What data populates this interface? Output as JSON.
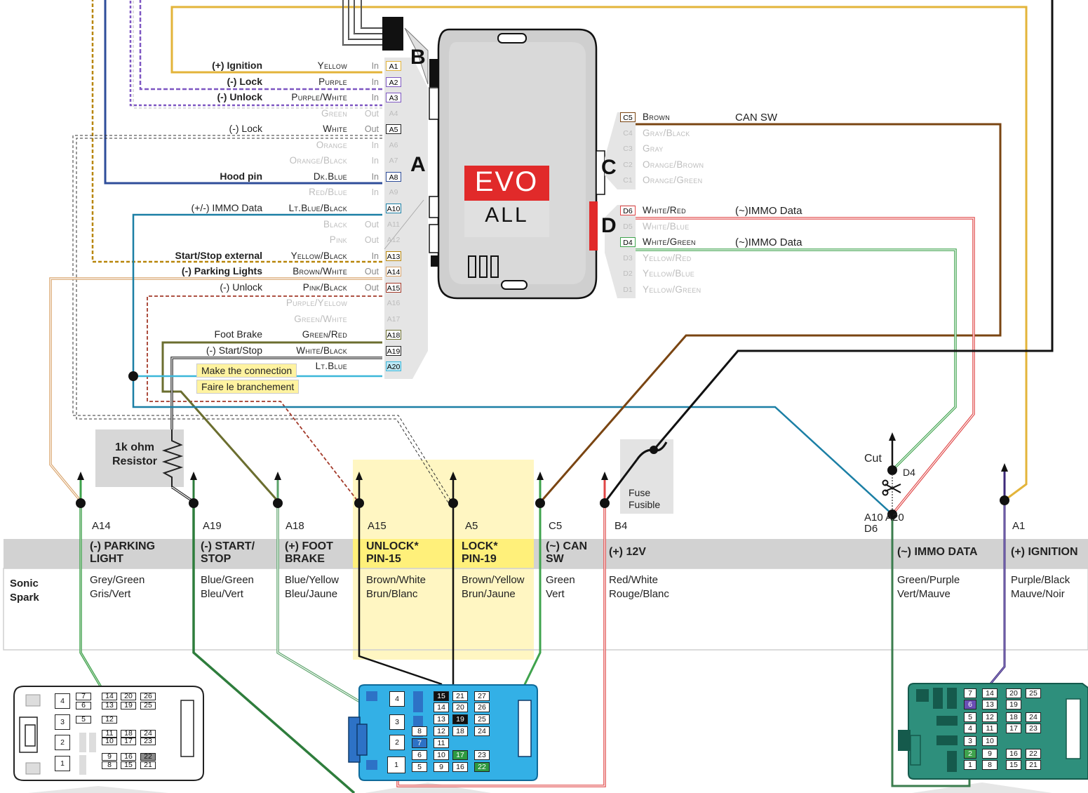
{
  "module": {
    "brand_top": "EVO",
    "brand_bottom": "ALL"
  },
  "connectors": {
    "a": "A",
    "b": "B",
    "c": "C",
    "d": "D"
  },
  "a_pins": [
    {
      "id": "A1",
      "label": "(+) Ignition",
      "color": "Yellow",
      "dir": "In",
      "active": true,
      "bold": true
    },
    {
      "id": "A2",
      "label": "(-) Lock",
      "color": "Purple",
      "dir": "In",
      "active": true,
      "bold": true
    },
    {
      "id": "A3",
      "label": "(-) Unlock",
      "color": "Purple/White",
      "dir": "In",
      "active": true,
      "bold": true
    },
    {
      "id": "A4",
      "label": "",
      "color": "Green",
      "dir": "Out",
      "active": false,
      "bold": false
    },
    {
      "id": "A5",
      "label": "(-) Lock",
      "color": "White",
      "dir": "Out",
      "active": true,
      "bold": false
    },
    {
      "id": "A6",
      "label": "",
      "color": "Orange",
      "dir": "In",
      "active": false,
      "bold": false
    },
    {
      "id": "A7",
      "label": "",
      "color": "Orange/Black",
      "dir": "In",
      "active": false,
      "bold": false
    },
    {
      "id": "A8",
      "label": "Hood pin",
      "color": "Dk.Blue",
      "dir": "In",
      "active": true,
      "bold": true
    },
    {
      "id": "A9",
      "label": "",
      "color": "Red/Blue",
      "dir": "In",
      "active": false,
      "bold": false
    },
    {
      "id": "A10",
      "label": "(+/-) IMMO Data",
      "color": "Lt.Blue/Black",
      "dir": "",
      "active": true,
      "bold": false
    },
    {
      "id": "A11",
      "label": "",
      "color": "Black",
      "dir": "Out",
      "active": false,
      "bold": false
    },
    {
      "id": "A12",
      "label": "",
      "color": "Pink",
      "dir": "Out",
      "active": false,
      "bold": false
    },
    {
      "id": "A13",
      "label": "Start/Stop external",
      "color": "Yellow/Black",
      "dir": "In",
      "active": true,
      "bold": true
    },
    {
      "id": "A14",
      "label": "(-) Parking Lights",
      "color": "Brown/White",
      "dir": "Out",
      "active": true,
      "bold": true
    },
    {
      "id": "A15",
      "label": "(-) Unlock",
      "color": "Pink/Black",
      "dir": "Out",
      "active": true,
      "bold": false
    },
    {
      "id": "A16",
      "label": "",
      "color": "Purple/Yellow",
      "dir": "",
      "active": false,
      "bold": false
    },
    {
      "id": "A17",
      "label": "",
      "color": "Green/White",
      "dir": "",
      "active": false,
      "bold": false
    },
    {
      "id": "A18",
      "label": "Foot Brake",
      "color": "Green/Red",
      "dir": "",
      "active": true,
      "bold": false
    },
    {
      "id": "A19",
      "label": "(-) Start/Stop",
      "color": "White/Black",
      "dir": "",
      "active": true,
      "bold": false
    },
    {
      "id": "A20",
      "label": "",
      "color": "Lt.Blue",
      "dir": "",
      "active": true,
      "bold": false
    }
  ],
  "c_pins": [
    {
      "id": "C5",
      "color": "Brown",
      "active": true,
      "note": "CAN SW"
    },
    {
      "id": "C4",
      "color": "Gray/Black",
      "active": false,
      "note": ""
    },
    {
      "id": "C3",
      "color": "Gray",
      "active": false,
      "note": ""
    },
    {
      "id": "C2",
      "color": "Orange/Brown",
      "active": false,
      "note": ""
    },
    {
      "id": "C1",
      "color": "Orange/Green",
      "active": false,
      "note": ""
    }
  ],
  "d_pins": [
    {
      "id": "D6",
      "color": "White/Red",
      "active": true,
      "note": "(~)IMMO Data"
    },
    {
      "id": "D5",
      "color": "White/Blue",
      "active": false,
      "note": ""
    },
    {
      "id": "D4",
      "color": "White/Green",
      "active": true,
      "note": "(~)IMMO Data"
    },
    {
      "id": "D3",
      "color": "Yellow/Red",
      "active": false,
      "note": ""
    },
    {
      "id": "D2",
      "color": "Yellow/Blue",
      "active": false,
      "note": ""
    },
    {
      "id": "D1",
      "color": "Yellow/Green",
      "active": false,
      "note": ""
    }
  ],
  "notes": {
    "make_connection": "Make the connection",
    "faire_branchement": "Faire le branchement"
  },
  "resistor": {
    "line1": "1k ohm",
    "line2": "Resistor"
  },
  "fuse": {
    "line1": "Fuse",
    "line2": "Fusible"
  },
  "cut_label": "Cut",
  "d4_label": "D4",
  "vehicle": {
    "line1": "Sonic",
    "line2": "Spark"
  },
  "columns": [
    {
      "pin": "A14",
      "header": [
        "(-) PARKING",
        "LIGHT"
      ],
      "wire": [
        "Grey/Green",
        "Gris/Vert"
      ],
      "highlight": false
    },
    {
      "pin": "A19",
      "header": [
        "(-) START/",
        "STOP"
      ],
      "wire": [
        "Blue/Green",
        "Bleu/Vert"
      ],
      "highlight": false
    },
    {
      "pin": "A18",
      "header": [
        "(+) FOOT",
        "BRAKE"
      ],
      "wire": [
        "Blue/Yellow",
        "Bleu/Jaune"
      ],
      "highlight": false
    },
    {
      "pin": "A15",
      "header": [
        "UNLOCK*",
        "PIN-15"
      ],
      "wire": [
        "Brown/White",
        "Brun/Blanc"
      ],
      "highlight": true
    },
    {
      "pin": "A5",
      "header": [
        "LOCK*",
        "PIN-19"
      ],
      "wire": [
        "Brown/Yellow",
        "Brun/Jaune"
      ],
      "highlight": true
    },
    {
      "pin": "C5",
      "header": [
        "(~) CAN",
        "SW"
      ],
      "wire": [
        "Green",
        "Vert"
      ],
      "highlight": false
    },
    {
      "pin": "B4",
      "header": [
        "(+) 12V",
        ""
      ],
      "wire": [
        "Red/White",
        "Rouge/Blanc"
      ],
      "highlight": false
    },
    {
      "pin": "A10 A20 D6",
      "header": [
        "(~) IMMO DATA",
        ""
      ],
      "wire": [
        "Green/Purple",
        "Vert/Mauve"
      ],
      "highlight": false
    },
    {
      "pin": "A1",
      "header": [
        "(+) IGNITION",
        ""
      ],
      "wire": [
        "Purple/Black",
        "Mauve/Noir"
      ],
      "highlight": false
    }
  ],
  "conn_left_numbers": [
    "4",
    "3",
    "2",
    "1",
    "7",
    "14",
    "20",
    "26",
    "6",
    "13",
    "19",
    "25",
    "5",
    "12",
    "11",
    "18",
    "24",
    "10",
    "17",
    "23",
    "9",
    "16",
    "22",
    "8",
    "15",
    "21"
  ],
  "conn_mid_numbers": [
    "4",
    "3",
    "2",
    "1",
    "15",
    "21",
    "27",
    "14",
    "20",
    "26",
    "13",
    "19",
    "25",
    "8",
    "12",
    "18",
    "24",
    "7",
    "11",
    "6",
    "10",
    "17",
    "23",
    "5",
    "9",
    "16",
    "22"
  ],
  "conn_right_numbers": [
    "7",
    "14",
    "20",
    "25",
    "6",
    "13",
    "19",
    "5",
    "12",
    "18",
    "24",
    "4",
    "11",
    "17",
    "23",
    "3",
    "10",
    "2",
    "9",
    "16",
    "22",
    "1",
    "8",
    "15",
    "21"
  ],
  "colors": {
    "yellow": "#E3B43A",
    "purple": "#7E57C2",
    "blue_dk": "#2F4E9A",
    "lt_blue": "#1B7FA5",
    "cyan": "#3CB7D9",
    "brown": "#7A4512",
    "green": "#3FA34D",
    "red": "#E04646",
    "olive": "#6B6E2F",
    "tan": "#D9A36A",
    "header_gray": "#D2D2D2",
    "highlight": "#FFF3A0",
    "conn_blue": "#33B0E6",
    "conn_teal": "#2E8F7C"
  }
}
